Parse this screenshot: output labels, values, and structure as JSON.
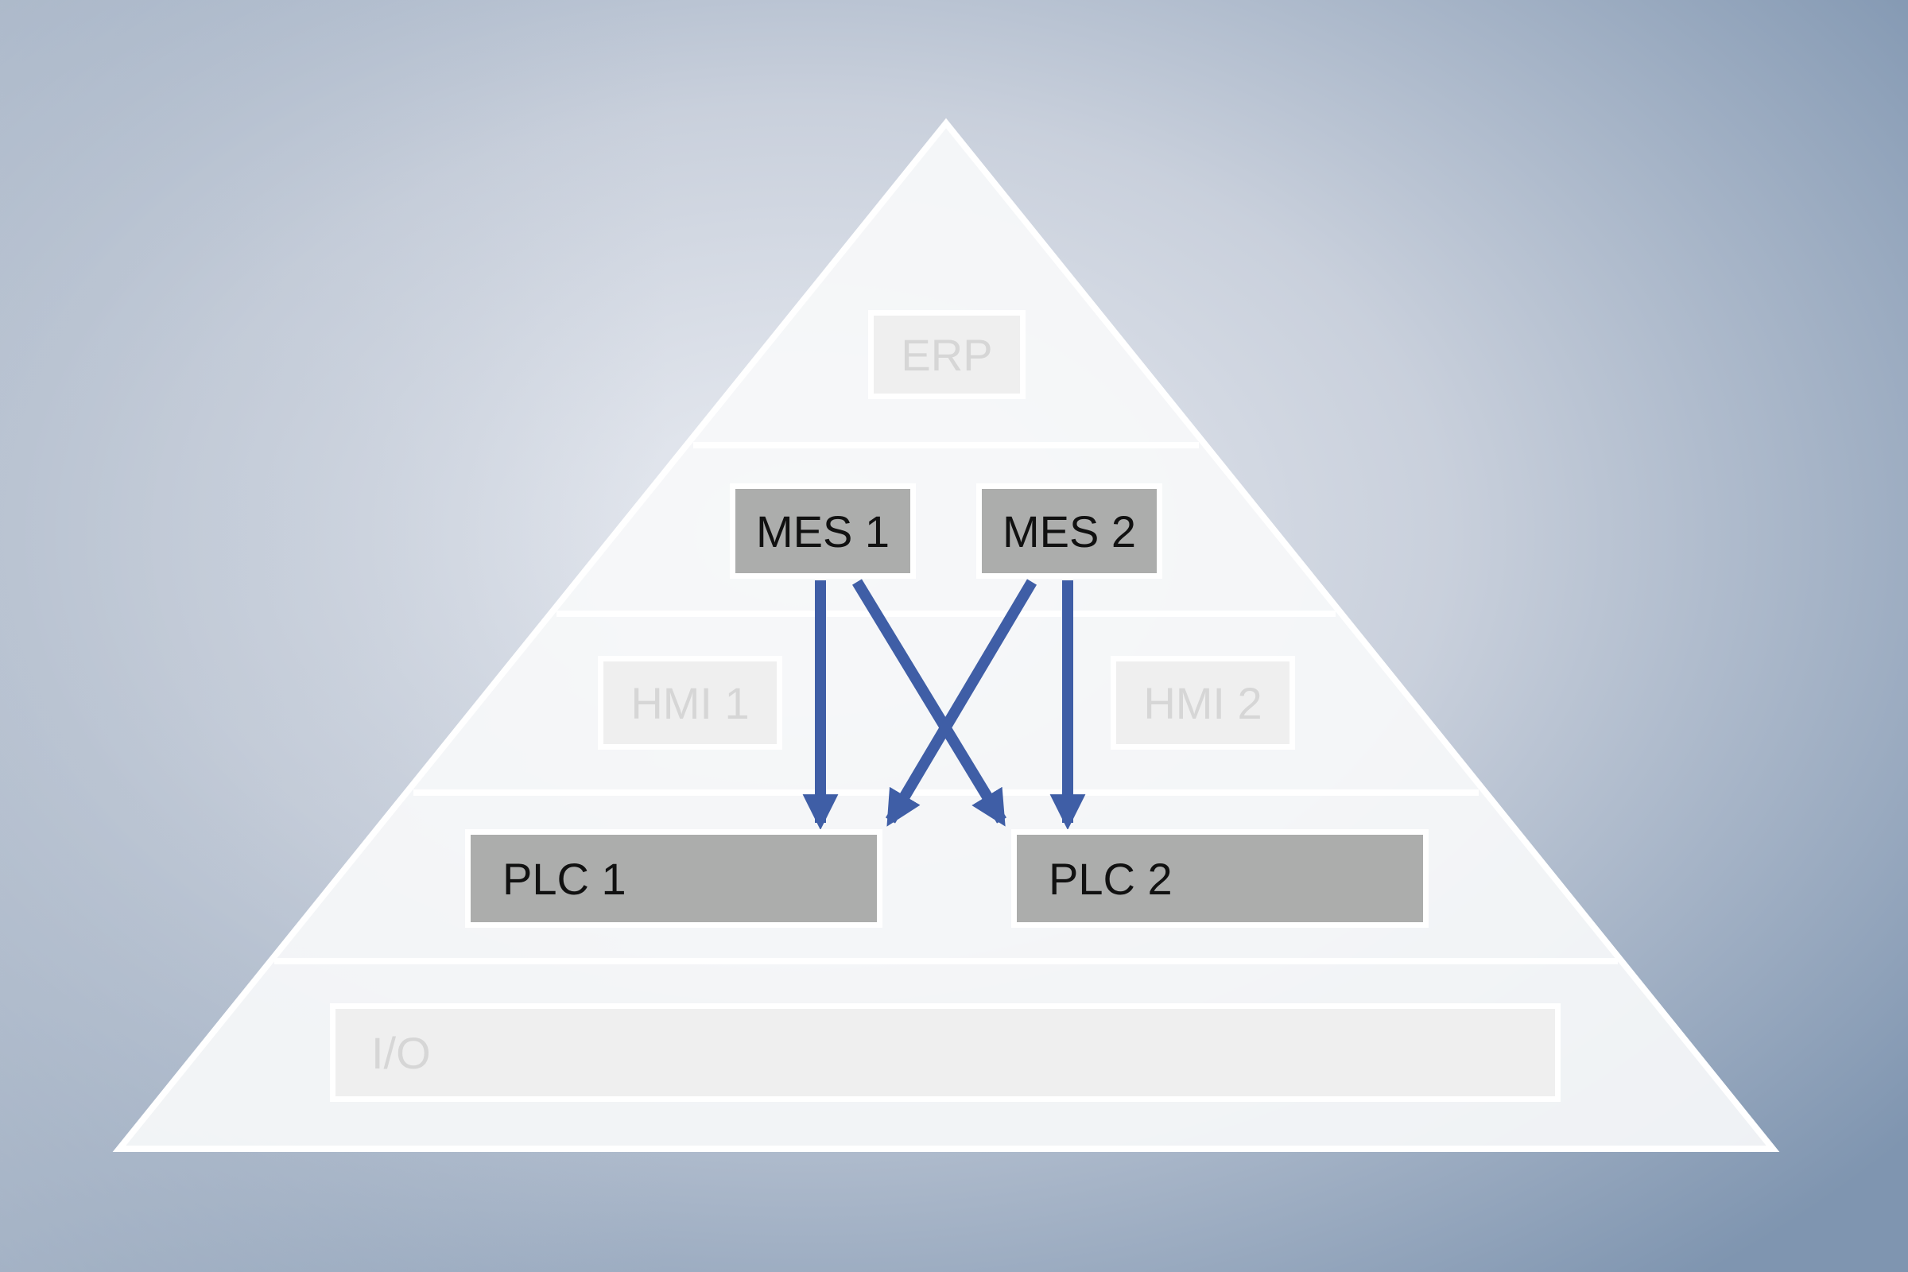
{
  "colors": {
    "background_light": "#e8ebf1",
    "background_mid": "#b5c0cf",
    "background_dark": "#7d93ae",
    "pyramid_fill": "#f7f8fa",
    "band_line": "#ffffff",
    "box_active": "#acadac",
    "box_faded": "#efefef",
    "text_faded": "#d6d6d6",
    "text_active": "#111111",
    "arrow": "#3f5ea6"
  },
  "levels": {
    "erp": {
      "label": "ERP"
    },
    "mes1": {
      "label": "MES 1"
    },
    "mes2": {
      "label": "MES 2"
    },
    "hmi1": {
      "label": "HMI 1"
    },
    "hmi2": {
      "label": "HMI 2"
    },
    "plc1": {
      "label": "PLC 1"
    },
    "plc2": {
      "label": "PLC 2"
    },
    "io": {
      "label": "I/O"
    }
  },
  "connections": [
    {
      "from": "MES 1",
      "to": "PLC 1"
    },
    {
      "from": "MES 1",
      "to": "PLC 2"
    },
    {
      "from": "MES 2",
      "to": "PLC 1"
    },
    {
      "from": "MES 2",
      "to": "PLC 2"
    }
  ]
}
